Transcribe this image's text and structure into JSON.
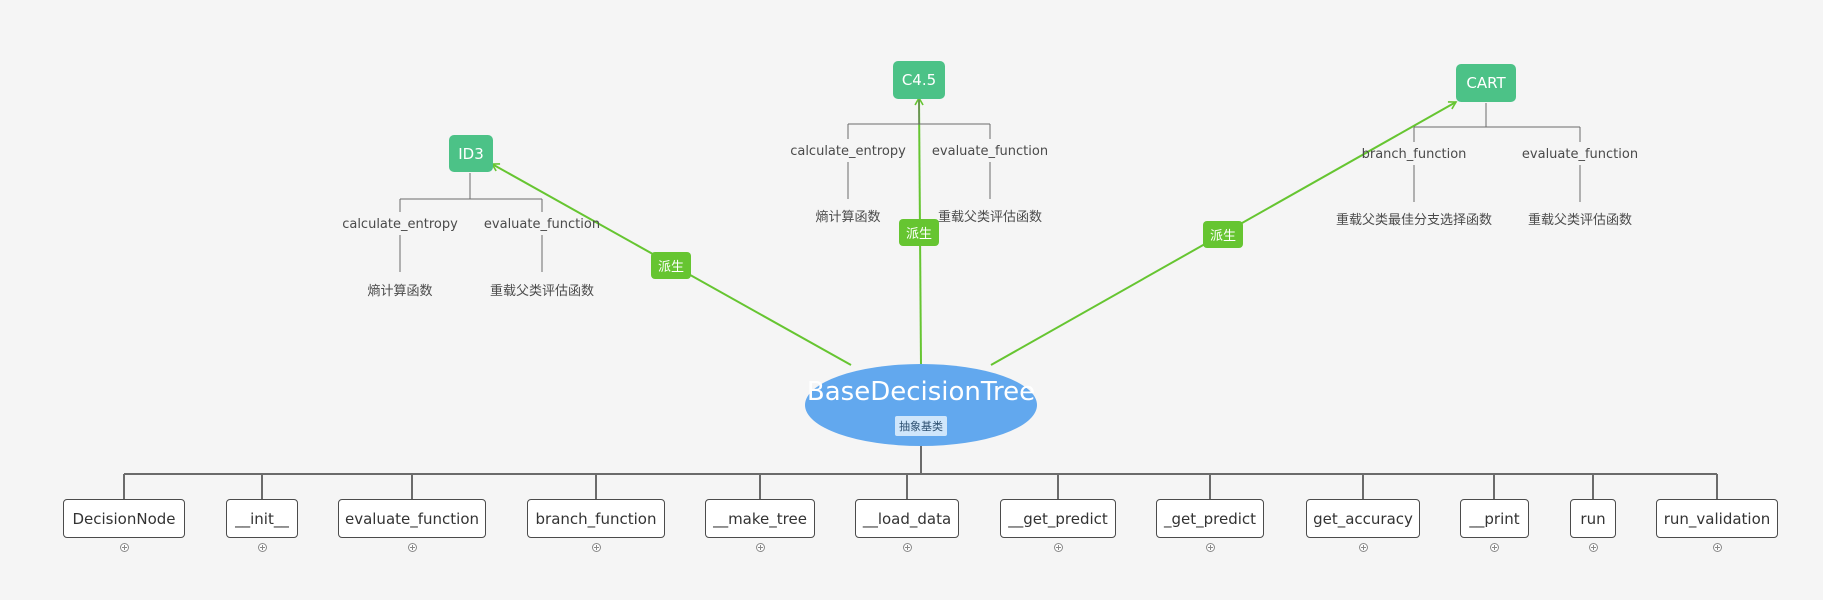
{
  "colors": {
    "background": "#f5f5f5",
    "root": "#62a8ee",
    "derived_node": "#4cc287",
    "derive_edge": "#66c531",
    "connector": "#6b6b6b"
  },
  "root": {
    "title": "BaseDecisionTree",
    "subtitle": "抽象基类"
  },
  "derive_label": "派生",
  "derived": [
    {
      "name": "ID3",
      "methods": [
        {
          "name": "calculate_entropy",
          "desc": "熵计算函数"
        },
        {
          "name": "evaluate_function",
          "desc": "重载父类评估函数"
        }
      ]
    },
    {
      "name": "C4.5",
      "methods": [
        {
          "name": "calculate_entropy",
          "desc": "熵计算函数"
        },
        {
          "name": "evaluate_function",
          "desc": "重载父类评估函数"
        }
      ]
    },
    {
      "name": "CART",
      "methods": [
        {
          "name": "branch_function",
          "desc": "重载父类最佳分支选择函数"
        },
        {
          "name": "evaluate_function",
          "desc": "重载父类评估函数"
        }
      ]
    }
  ],
  "base_methods": [
    "DecisionNode",
    "__init__",
    "evaluate_function",
    "branch_function",
    "__make_tree",
    "__load_data",
    "__get_predict",
    "_get_predict",
    "get_accuracy",
    "__print",
    "run",
    "run_validation"
  ]
}
